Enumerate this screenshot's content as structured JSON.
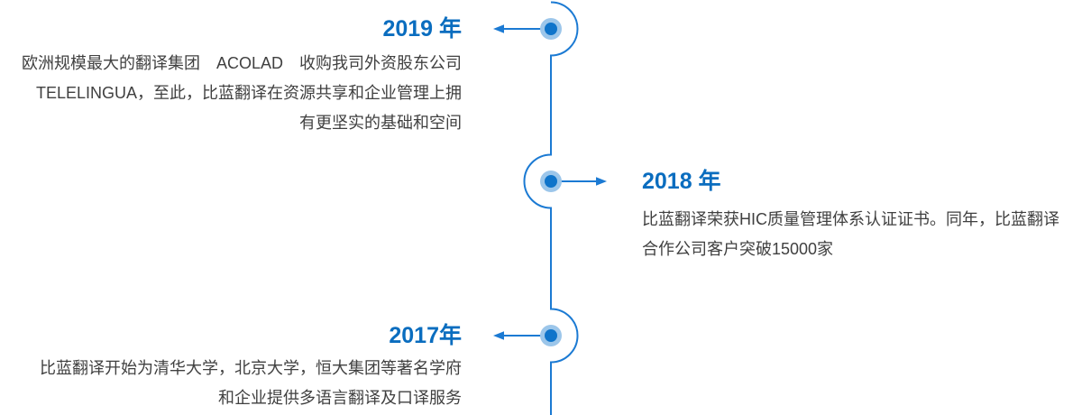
{
  "colors": {
    "accent": "#1b7ad3",
    "node_fill": "#0f74ca",
    "node_halo": "#9cc6ea",
    "year_text": "#0a6dbf",
    "body_text": "#404040"
  },
  "timeline": {
    "type": "vertical-history-timeline",
    "events": [
      {
        "year_label": "2019 年",
        "side": "left",
        "description_lines": [
          "欧洲规模最大的翻译集团　ACOLAD　收购我司外资股东公司",
          "TELELINGUA，至此，比蓝翻译在资源共享和企业管理上拥",
          "有更坚实的基础和空间"
        ]
      },
      {
        "year_label": "2018 年",
        "side": "right",
        "description_lines": [
          "比蓝翻译荣获HIC质量管理体系认证证书。同年，比蓝翻译",
          "合作公司客户突破15000家"
        ]
      },
      {
        "year_label": "2017年",
        "side": "left",
        "description_lines": [
          "比蓝翻译开始为清华大学，北京大学，恒大集团等著名学府",
          "和企业提供多语言翻译及口译服务"
        ]
      }
    ]
  }
}
